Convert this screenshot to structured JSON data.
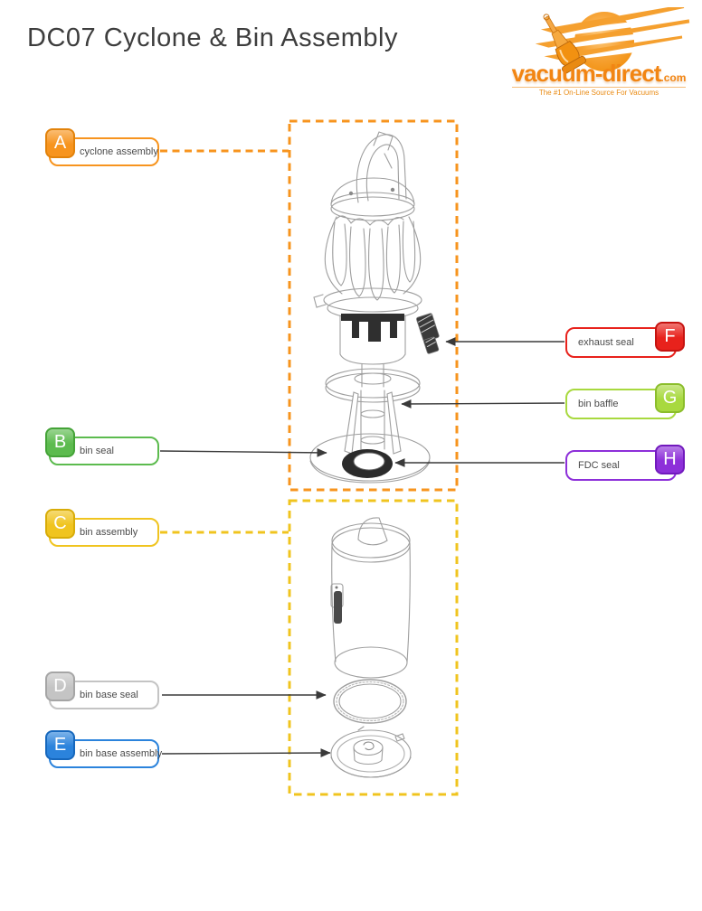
{
  "page": {
    "title": "DC07 Cyclone & Bin Assembly",
    "background": "#ffffff"
  },
  "logo": {
    "brand": "vacuum-direct",
    "tld": ".com",
    "tagline": "The #1 On-Line Source For Vacuums",
    "accent_color": "#F28513"
  },
  "labels": {
    "left": [
      {
        "letter": "A",
        "text": "cyclone assembly",
        "color": "#F7941E",
        "connector": "dashed-line"
      },
      {
        "letter": "B",
        "text": "bin seal",
        "color": "#5CBB4E",
        "connector": "arrow"
      },
      {
        "letter": "C",
        "text": "bin assembly",
        "color": "#F0C41F",
        "connector": "dashed-line"
      },
      {
        "letter": "D",
        "text": "bin base seal",
        "color": "#C4C4C4",
        "connector": "arrow"
      },
      {
        "letter": "E",
        "text": "bin base assembly",
        "color": "#2B83DC",
        "connector": "arrow"
      }
    ],
    "right": [
      {
        "letter": "F",
        "text": "exhaust seal",
        "color": "#E8221C",
        "connector": "arrow"
      },
      {
        "letter": "G",
        "text": "bin baffle",
        "color": "#A8D93F",
        "connector": "arrow"
      },
      {
        "letter": "H",
        "text": "FDC seal",
        "color": "#8D2FD9",
        "connector": "arrow"
      }
    ]
  },
  "diagram": {
    "groups": [
      {
        "name": "cyclone assembly",
        "box_style": "dashed",
        "box_color": "#F7941E"
      },
      {
        "name": "bin assembly",
        "box_style": "dashed",
        "box_color": "#F0C41F"
      }
    ],
    "line_art_color": "#9e9e9e"
  }
}
